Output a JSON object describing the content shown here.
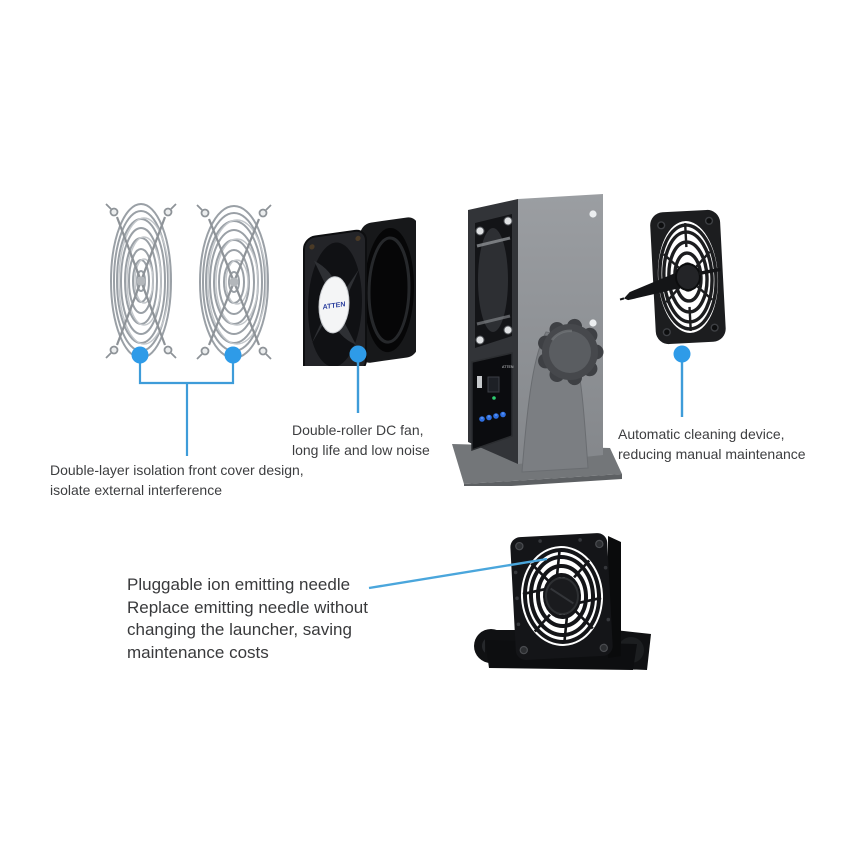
{
  "page": {
    "background": "#ffffff"
  },
  "accent_color": "#2E9BE8",
  "line_color": "#3E9CD9",
  "brand": "ATTEN",
  "callouts": {
    "front_cover": {
      "lines": [
        "Double-layer isolation front cover design,",
        "isolate external interference"
      ]
    },
    "dc_fan": {
      "lines": [
        "Double-roller DC fan,",
        "long life and low noise"
      ]
    },
    "cleaning": {
      "lines": [
        "Automatic cleaning device,",
        "reducing manual maintenance"
      ]
    },
    "ion_needle": {
      "lines": [
        "Pluggable ion emitting needle",
        "Replace emitting needle without",
        "changing the launcher, saving",
        "maintenance costs"
      ]
    }
  },
  "parts": {
    "wire_guards": "double-layer wire front covers",
    "dc_fan": "double-roller DC fan",
    "main_unit": "ionizing air blower main unit",
    "cleaning_device": "automatic cleaning cover",
    "ion_module": "pluggable ion emitting fan module"
  }
}
